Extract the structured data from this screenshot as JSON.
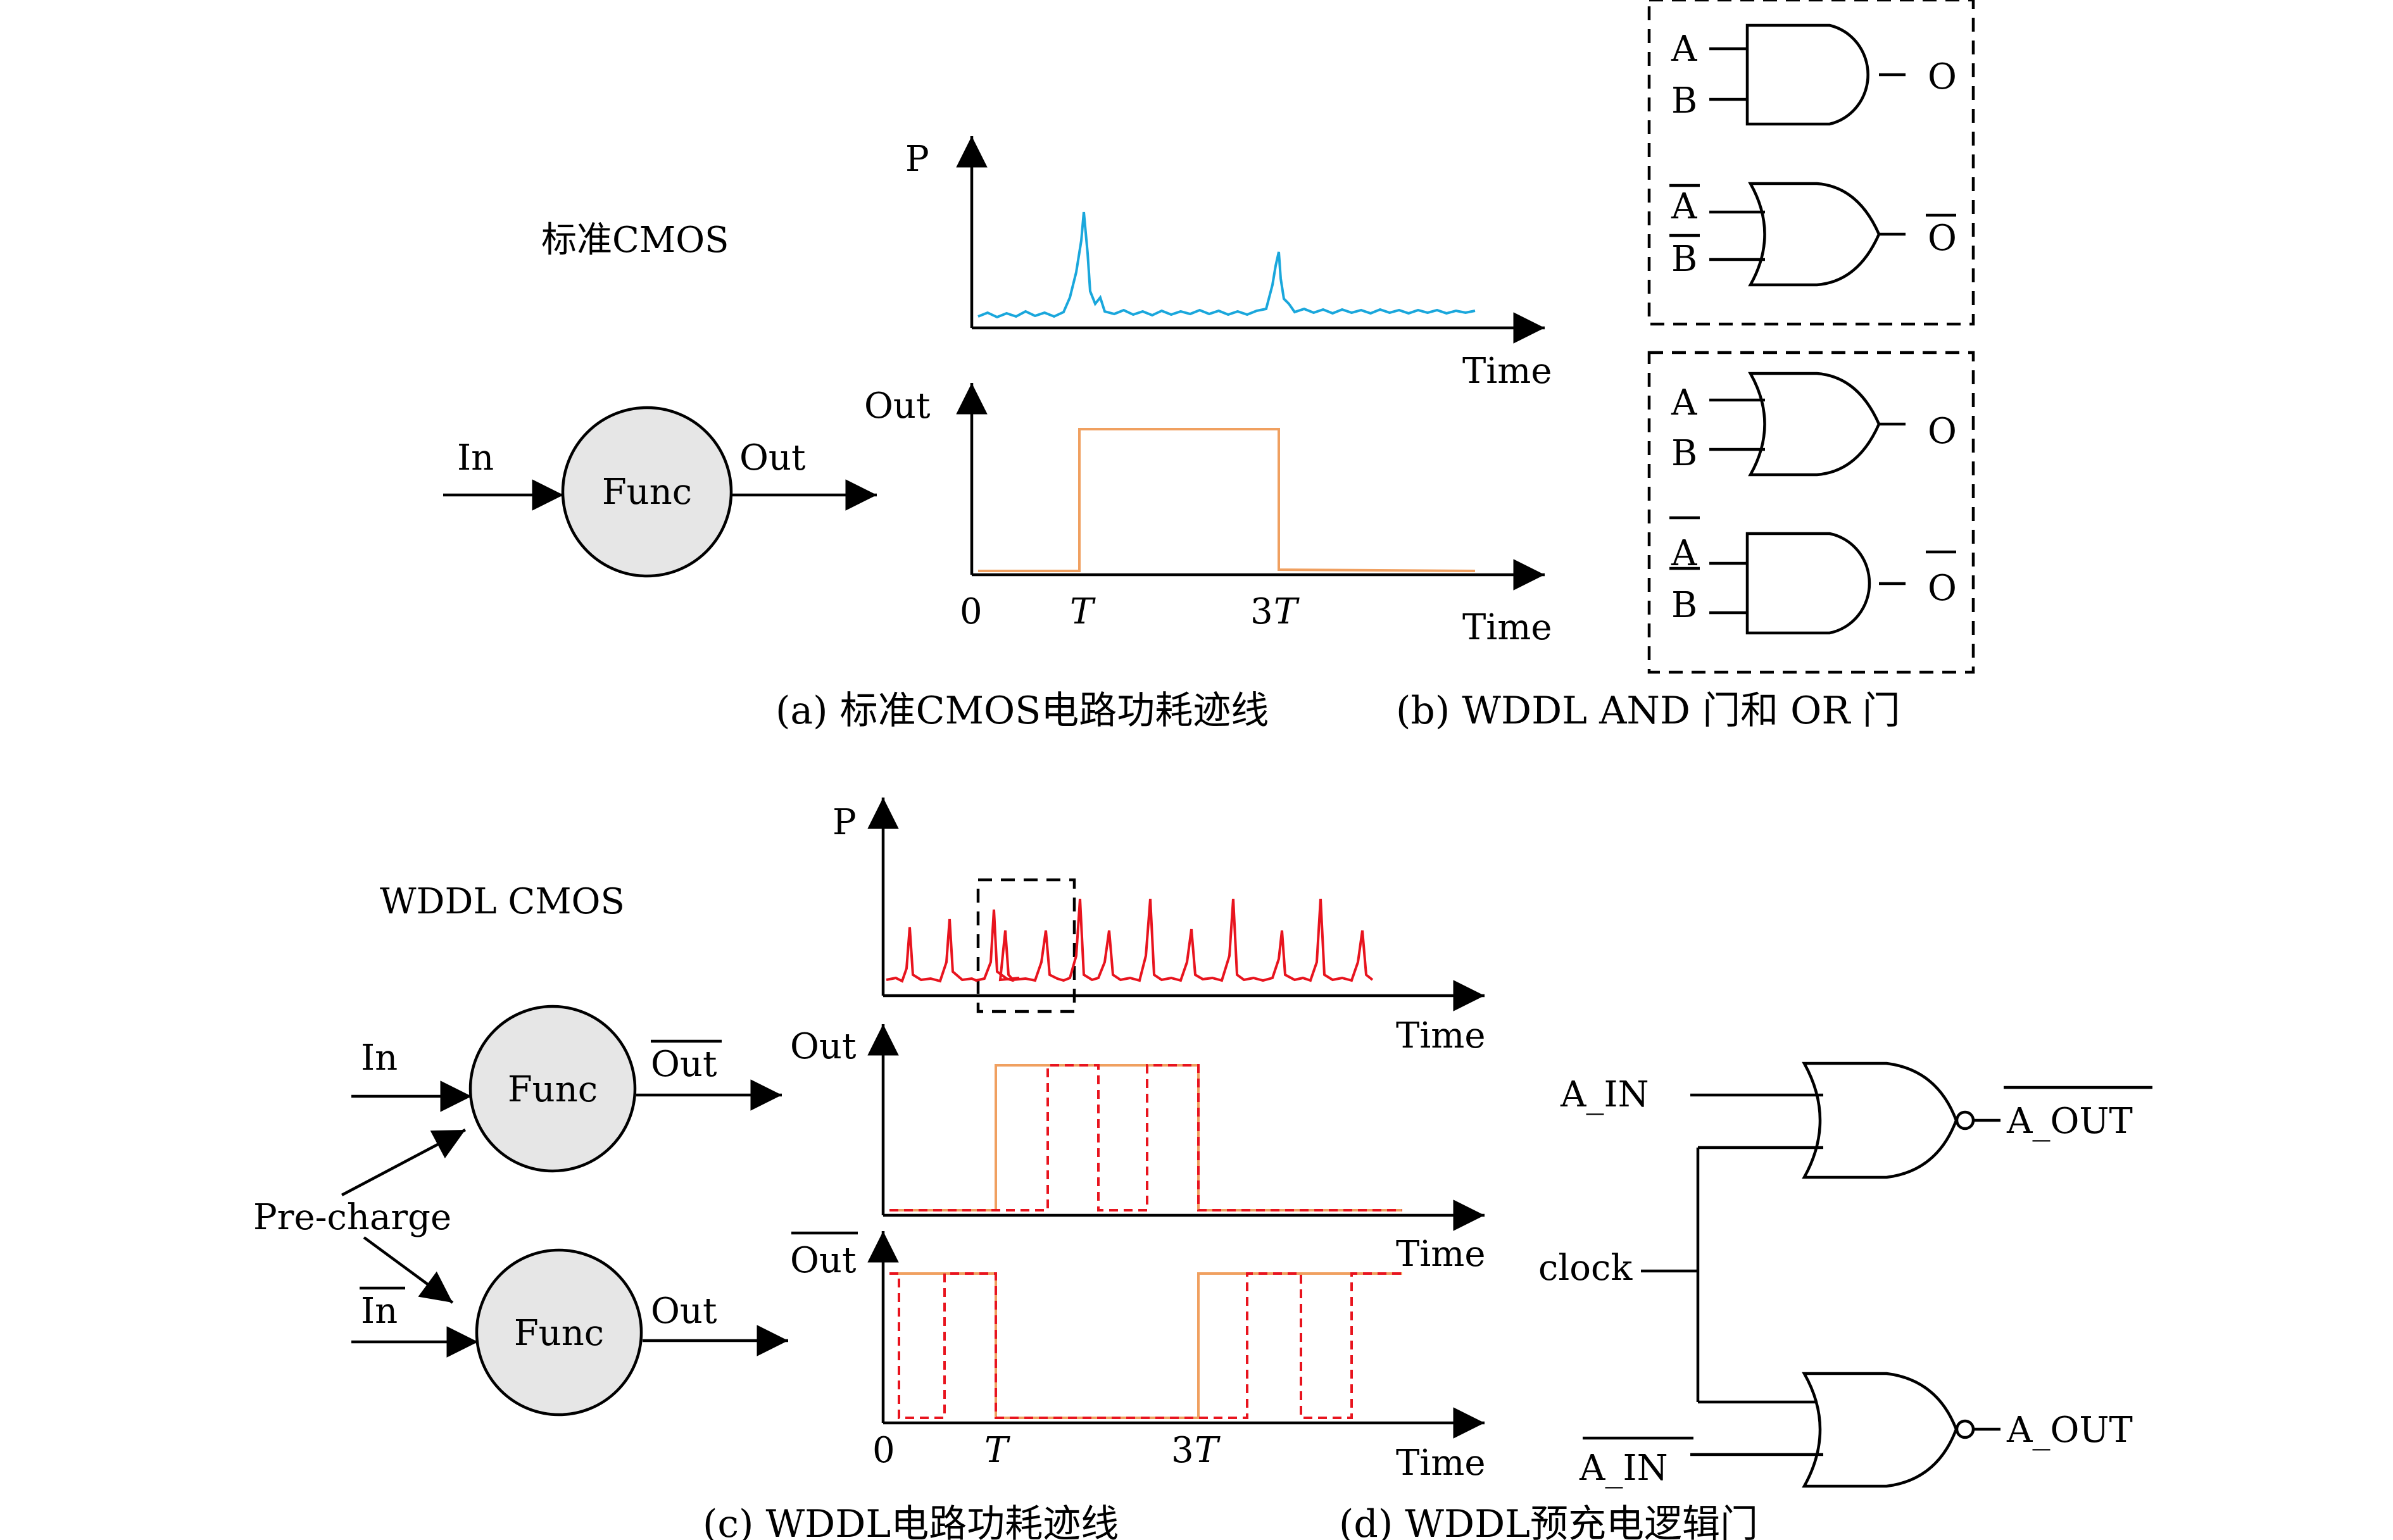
{
  "standard": {
    "title": "标准CMOS",
    "in_label": "In",
    "func_label": "Func",
    "out_label": "Out"
  },
  "traces_a": {
    "p_label": "P",
    "time_label": "Time",
    "out_label": "Out",
    "time_label_2": "Time",
    "tick_zero": "0",
    "tick_T": "T",
    "tick_3": "3",
    "tick_3T": "T"
  },
  "gates_b": {
    "and_in_a": "A",
    "and_in_b": "B",
    "and_out": "O",
    "or_in_a": "A",
    "or_in_b": "B",
    "or_out": "O",
    "or2_in_a": "A",
    "or2_in_b": "B",
    "or2_out": "O",
    "and2_in_a": "A",
    "and2_in_b": "B",
    "and2_out": "O"
  },
  "captions": {
    "a": "(a) 标准CMOS电路功耗迹线",
    "b": "(b) WDDL AND 门和 OR 门",
    "c": "(c) WDDL电路功耗迹线",
    "d": "(d) WDDL预充电逻辑门"
  },
  "wddl": {
    "title": "WDDL CMOS",
    "in_label": "In",
    "func_top": "Func",
    "out_bar_label": "Out",
    "precharge": "Pre-charge",
    "in_bar_label": "In",
    "func_bottom": "Func",
    "out_label": "Out"
  },
  "traces_c": {
    "p_label": "P",
    "time_1": "Time",
    "out_label": "Out",
    "time_2": "Time",
    "out_bar_label": "Out",
    "time_3": "Time",
    "tick_zero": "0",
    "tick_T": "T",
    "tick_3": "3",
    "tick_3T": "T"
  },
  "gates_d": {
    "a_in": "A_IN",
    "a_out_bar": "A_OUT",
    "clock": "clock",
    "a_in_bar": "A_IN",
    "a_out": "A_OUT"
  },
  "colors": {
    "standard_power": "#1aa7dc",
    "standard_out": "#f0a060",
    "wddl_power": "#e8141e",
    "wddl_out_dashed": "#e8141e",
    "wddl_out_solid": "#f0a060",
    "func_fill": "#e6e6e6"
  }
}
